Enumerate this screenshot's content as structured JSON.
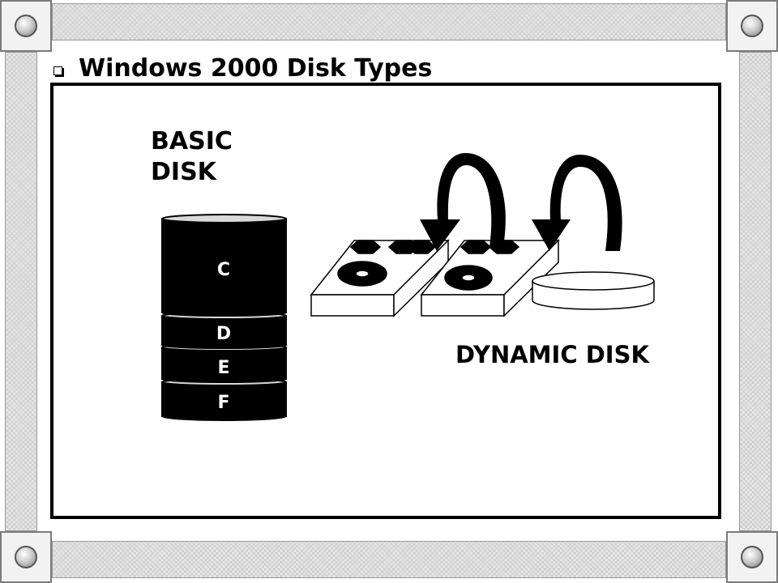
{
  "slide": {
    "title": "Windows 2000 Disk Types"
  },
  "diagram": {
    "basic_disk_label_line1": "BASIC",
    "basic_disk_label_line2": "DISK",
    "partitions": [
      "C",
      "D",
      "E",
      "F"
    ],
    "dynamic_disk_label": "DYNAMIC DISK"
  },
  "colors": {
    "rail": "#e3e3e3",
    "ink": "#000000",
    "paper": "#ffffff"
  }
}
